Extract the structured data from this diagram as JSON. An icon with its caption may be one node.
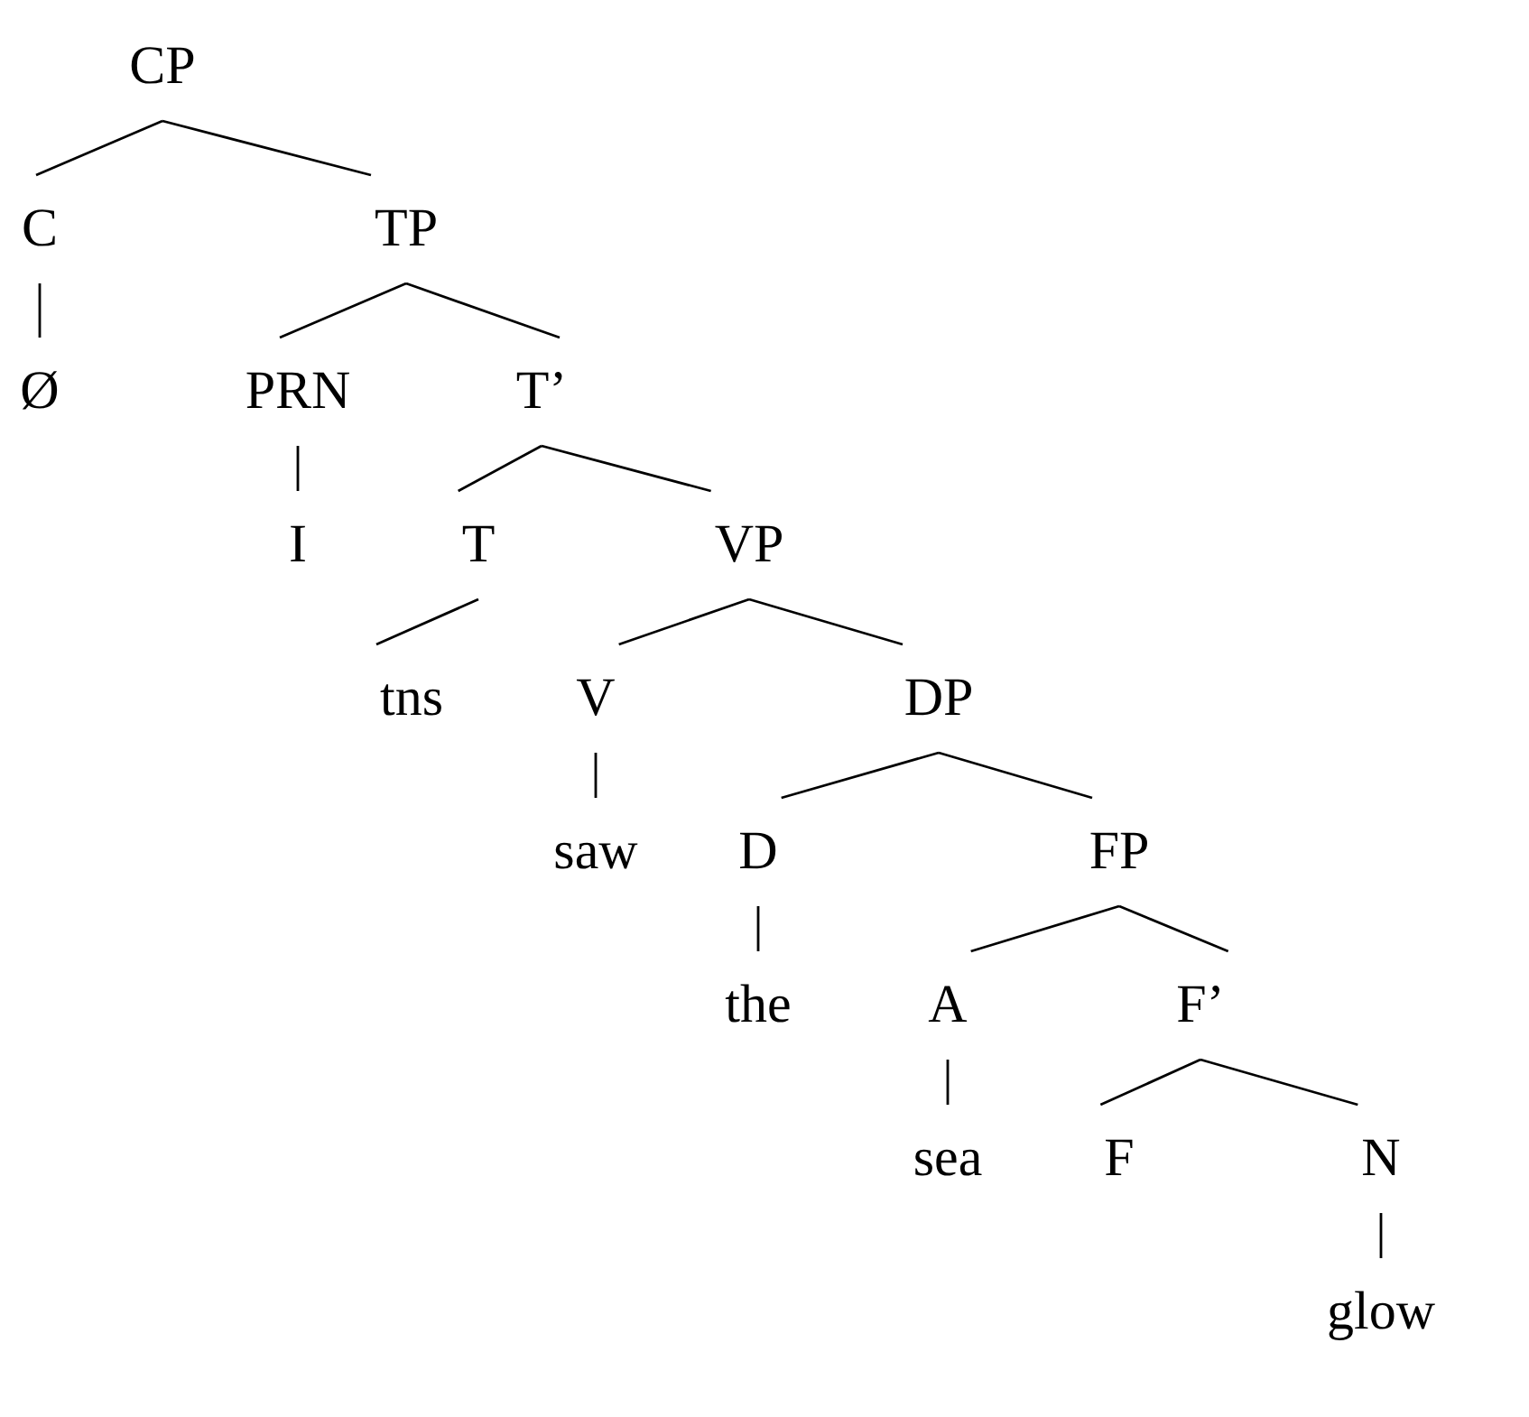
{
  "diagram": {
    "nodes": [
      {
        "text": [
          "CP"
        ]
      },
      {
        "text": [
          "C"
        ]
      },
      {
        "text": [
          "TP"
        ]
      },
      {
        "text": [
          "Ø"
        ]
      },
      {
        "text": [
          "PRN"
        ]
      },
      {
        "text": [
          "T’"
        ]
      },
      {
        "text": [
          "I"
        ]
      },
      {
        "text": [
          "T"
        ]
      },
      {
        "text": [
          "VP"
        ]
      },
      {
        "text": [
          "tns"
        ]
      },
      {
        "text": [
          "V"
        ]
      },
      {
        "text": [
          "DP"
        ]
      },
      {
        "text": [
          "saw"
        ]
      },
      {
        "text": [
          "D"
        ]
      },
      {
        "text": [
          "FP"
        ]
      },
      {
        "text": [
          "the"
        ]
      },
      {
        "text": [
          "A"
        ]
      },
      {
        "text": [
          "F’"
        ]
      },
      {
        "text": [
          "sea"
        ]
      },
      {
        "text": [
          "F"
        ]
      },
      {
        "text": [
          "N"
        ]
      },
      {
        "text": [
          "glow"
        ]
      }
    ],
    "edges": [
      {
        "from": 0,
        "to": 1,
        "arrow": "none"
      },
      {
        "from": 0,
        "to": 2,
        "arrow": "none"
      },
      {
        "from": 1,
        "to": 3,
        "arrow": "none"
      },
      {
        "from": 2,
        "to": 4,
        "arrow": "none"
      },
      {
        "from": 2,
        "to": 5,
        "arrow": "none"
      },
      {
        "from": 4,
        "to": 6,
        "arrow": "none"
      },
      {
        "from": 5,
        "to": 7,
        "arrow": "none"
      },
      {
        "from": 5,
        "to": 8,
        "arrow": "none"
      },
      {
        "from": 7,
        "to": 9,
        "arrow": "none"
      },
      {
        "from": 8,
        "to": 10,
        "arrow": "none"
      },
      {
        "from": 8,
        "to": 11,
        "arrow": "none"
      },
      {
        "from": 10,
        "to": 12,
        "arrow": "none"
      },
      {
        "from": 11,
        "to": 13,
        "arrow": "none"
      },
      {
        "from": 11,
        "to": 14,
        "arrow": "none"
      },
      {
        "from": 13,
        "to": 15,
        "arrow": "none"
      },
      {
        "from": 14,
        "to": 16,
        "arrow": "none"
      },
      {
        "from": 14,
        "to": 17,
        "arrow": "none"
      },
      {
        "from": 16,
        "to": 18,
        "arrow": "none"
      },
      {
        "from": 17,
        "to": 19,
        "arrow": "none"
      },
      {
        "from": 17,
        "to": 20,
        "arrow": "none"
      },
      {
        "from": 20,
        "to": 21,
        "arrow": "none"
      }
    ]
  }
}
